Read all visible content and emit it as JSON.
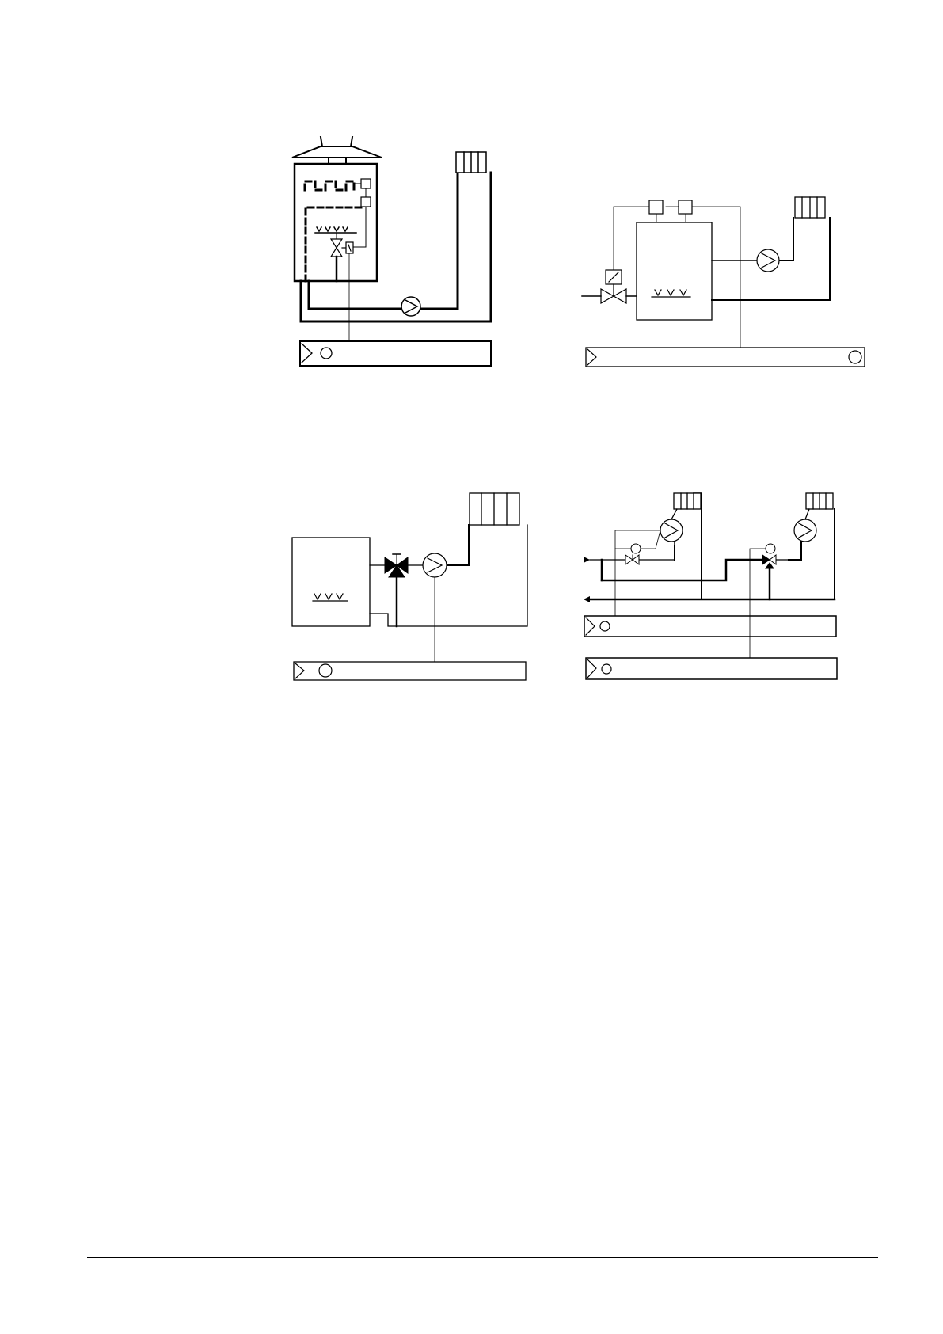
{
  "page": {
    "background": "#ffffff",
    "ink": "#000000"
  },
  "diagrams": [
    {
      "id": "a",
      "icon_names": [
        "flue-hood-icon",
        "heat-exchanger-icon",
        "burner-icon",
        "gas-valve-icon",
        "pump-icon",
        "radiator-icon",
        "controller-icon"
      ]
    },
    {
      "id": "b",
      "icon_names": [
        "boiler-icon",
        "burner-icon",
        "solenoid-valve-icon",
        "pump-icon",
        "radiator-icon",
        "controller-icon"
      ]
    },
    {
      "id": "c",
      "icon_names": [
        "boiler-icon",
        "burner-icon",
        "three-way-mixing-valve-icon",
        "pump-icon",
        "radiator-icon",
        "controller-icon"
      ]
    },
    {
      "id": "d",
      "icon_names": [
        "pump-icon",
        "radiator-icon",
        "mixing-valve-icon",
        "controller-icon"
      ]
    }
  ]
}
